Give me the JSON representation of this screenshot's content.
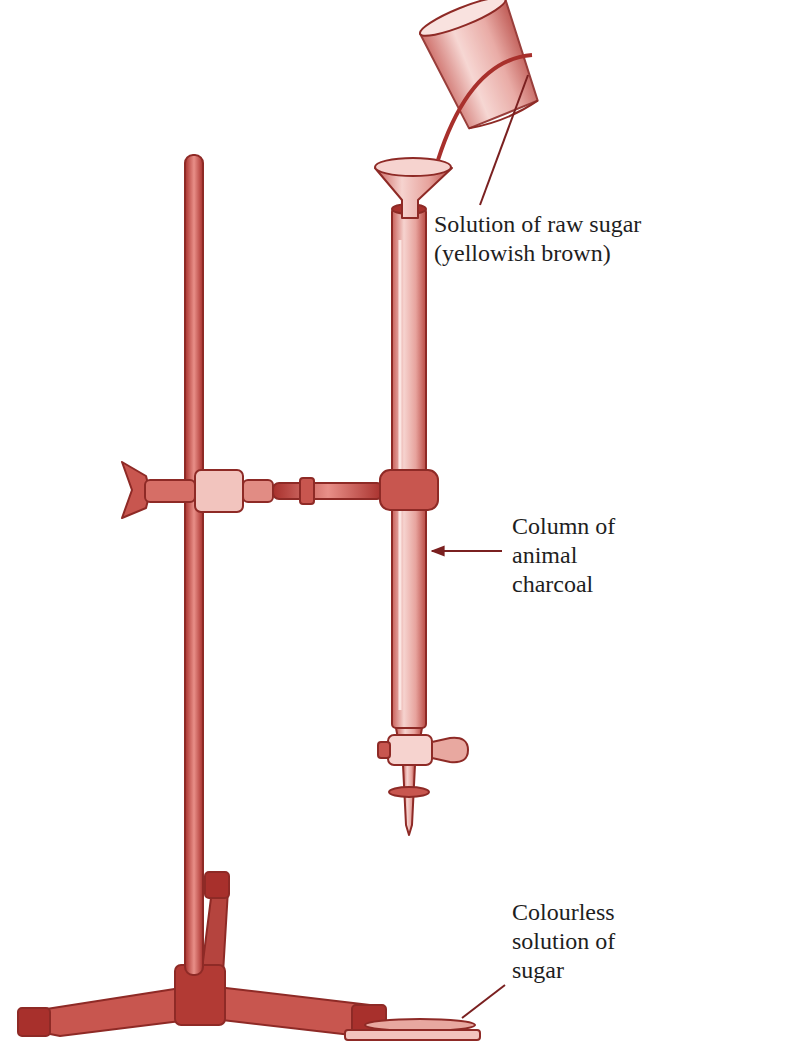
{
  "diagram": {
    "labels": [
      "Solution of raw sugar (yellowish brown)",
      "Column of animal charcoal",
      "Colourless solution of sugar"
    ]
  }
}
